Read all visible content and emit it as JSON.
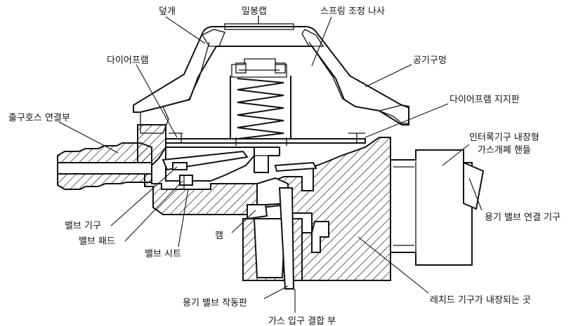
{
  "diagram": {
    "labels": {
      "cover": "덮개",
      "seal_cap": "밀봉캡",
      "spring_adjust_screw": "스프링 조정 나사",
      "diaphragm": "다이어프램",
      "air_hole": "공기구멍",
      "diaphragm_support": "다이어프램 지지판",
      "outlet_hose": "출구호스 연결부",
      "interlock_handle_line1": "인터록기구 내장형",
      "interlock_handle_line2": "가스개폐 핸들",
      "container_valve_conn": "용기 밸브 연결 기구",
      "valve_mechanism": "밸브 기구",
      "valve_pad": "밸브 패드",
      "valve_seat": "밸브 시트",
      "cam": "캠",
      "reed_housing": "레치드 기구가 내장되는 곳",
      "valve_actuator": "용기 밸브 작동판",
      "gas_inlet": "가스 입구 결합 부"
    },
    "colors": {
      "ink": "#111111",
      "paper": "#ffffff"
    }
  }
}
